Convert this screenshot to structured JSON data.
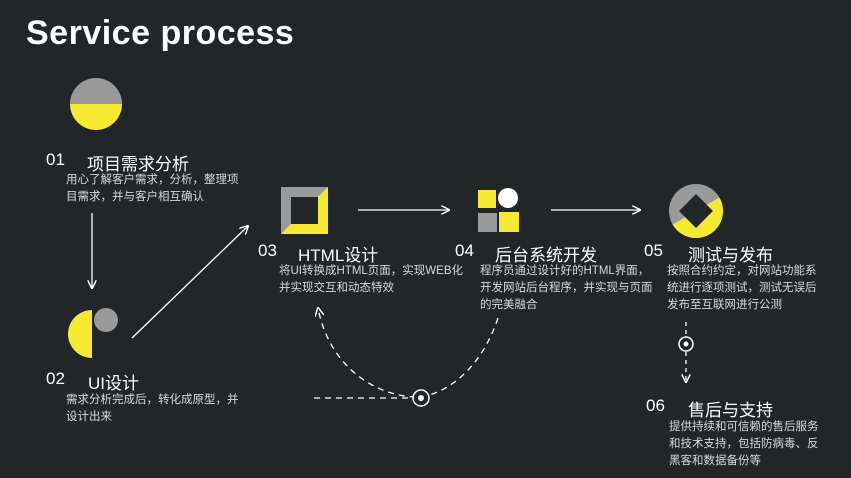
{
  "title": "Service process",
  "colors": {
    "background": "#232629",
    "accent": "#f5e934",
    "gray": "#9a9a9a",
    "line": "#ffffff"
  },
  "steps": [
    {
      "num": "01",
      "name": "项目需求分析",
      "desc": "用心了解客户需求，分析，整理项目需求，并与客户相互确认",
      "icon": "half-circle-icon"
    },
    {
      "num": "02",
      "name": "UI设计",
      "desc": "需求分析完成后，转化成原型，并设计出来",
      "icon": "half-moon-dot-icon"
    },
    {
      "num": "03",
      "name": "HTML设计",
      "desc": "将UI转换成HTML页面，实现WEB化并实现交互和动态特效",
      "icon": "square-frame-icon"
    },
    {
      "num": "04",
      "name": "后台系统开发",
      "desc": "程序员通过设计好的HTML界面，开发网站后台程序，并实现与页面的完美融合",
      "icon": "grid-blocks-icon"
    },
    {
      "num": "05",
      "name": "测试与发布",
      "desc": "按照合约约定，对网站功能系统进行逐项测试，测试无误后发布至互联网进行公测",
      "icon": "diamond-circle-icon"
    },
    {
      "num": "06",
      "name": "售后与支持",
      "desc": "提供持续和可信赖的售后服务和技术支持，包括防病毒、反黑客和数据备份等",
      "icon": "support-icon"
    }
  ]
}
